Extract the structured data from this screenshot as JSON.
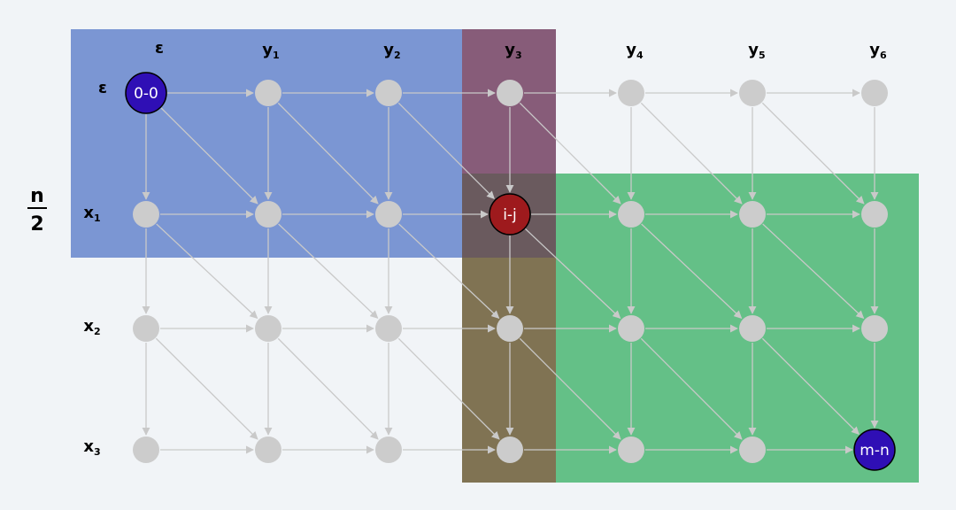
{
  "colors": {
    "background": "#f1f4f7",
    "region_top_left": "#7b96d3",
    "region_top_mid": "#875c79",
    "region_bottom_right": "#64c087",
    "region_bottom_mid": "#807353",
    "region_center": "#6a5a5e",
    "node": "#cccccc",
    "edge": "#c9c9c9",
    "endpoint_node": "#2f0fb5",
    "middle_node": "#9e1a1d"
  },
  "grid": {
    "rows": 4,
    "cols": 7
  },
  "column_labels": [
    {
      "base": "ε",
      "sub": ""
    },
    {
      "base": "y",
      "sub": "1"
    },
    {
      "base": "y",
      "sub": "2"
    },
    {
      "base": "y",
      "sub": "3"
    },
    {
      "base": "y",
      "sub": "4"
    },
    {
      "base": "y",
      "sub": "5"
    },
    {
      "base": "y",
      "sub": "6"
    }
  ],
  "row_labels": [
    {
      "base": "ε",
      "sub": ""
    },
    {
      "base": "x",
      "sub": "1"
    },
    {
      "base": "x",
      "sub": "2"
    },
    {
      "base": "x",
      "sub": "3"
    }
  ],
  "fraction": {
    "numerator": "n",
    "denominator": "2"
  },
  "special_nodes": [
    {
      "row": 0,
      "col": 0,
      "text": "0-0",
      "kind": "endpoint"
    },
    {
      "row": 1,
      "col": 3,
      "text": "i-j",
      "kind": "middle"
    },
    {
      "row": 3,
      "col": 6,
      "text": "m-n",
      "kind": "endpoint"
    }
  ]
}
